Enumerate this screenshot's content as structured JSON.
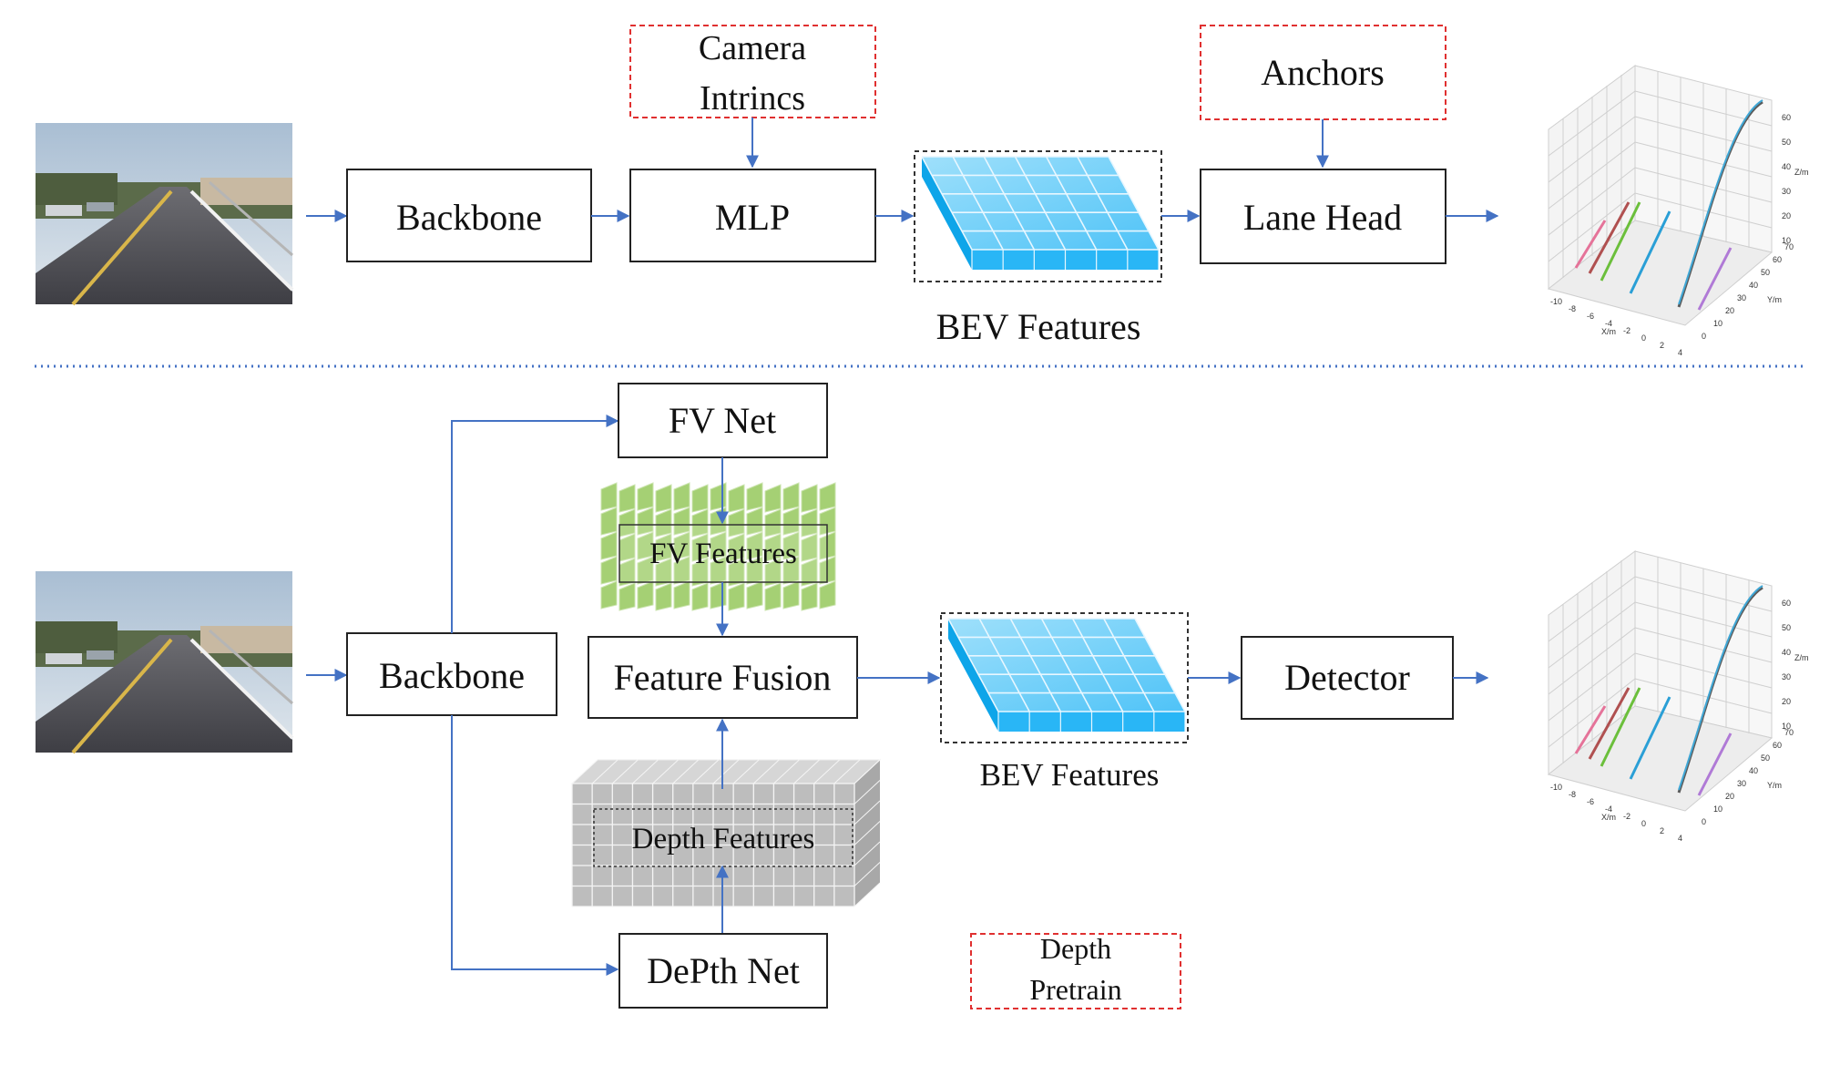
{
  "colors": {
    "arrow": "#4472C4",
    "box_border": "#222222",
    "dashed_red": "#E03030",
    "separator": "#4472C4",
    "bev_blue": "#29B6F6",
    "fv_green": "#9CCC65",
    "depth_gray": "#BDBDBD"
  },
  "top_pipeline": {
    "backbone": "Backbone",
    "camera_intrinsics_line1": "Camera",
    "camera_intrinsics_line2": "Intrincs",
    "mlp": "MLP",
    "bev_features": "BEV Features",
    "anchors": "Anchors",
    "lane_head": "Lane Head"
  },
  "bottom_pipeline": {
    "backbone": "Backbone",
    "fv_net": "FV Net",
    "fv_features": "FV Features",
    "feature_fusion": "Feature Fusion",
    "depth_features": "Depth Features",
    "depth_net": "DePth Net",
    "bev_features": "BEV Features",
    "detector": "Detector",
    "depth_pretrain_line1": "Depth",
    "depth_pretrain_line2": "Pretrain"
  },
  "plot_axes": {
    "x_label": "X/m",
    "y_label": "Y/m",
    "z_label": "Z/m",
    "x_ticks": [
      "-10",
      "-8",
      "-6",
      "-4",
      "-2",
      "0",
      "2",
      "4"
    ],
    "y_ticks": [
      "0",
      "10",
      "20",
      "30",
      "40",
      "50",
      "60",
      "70"
    ],
    "z_ticks": [
      "10",
      "20",
      "30",
      "40",
      "50",
      "60"
    ]
  },
  "icons": {
    "road_photo": "road-camera-image",
    "lane_plot": "3d-lane-plot"
  }
}
